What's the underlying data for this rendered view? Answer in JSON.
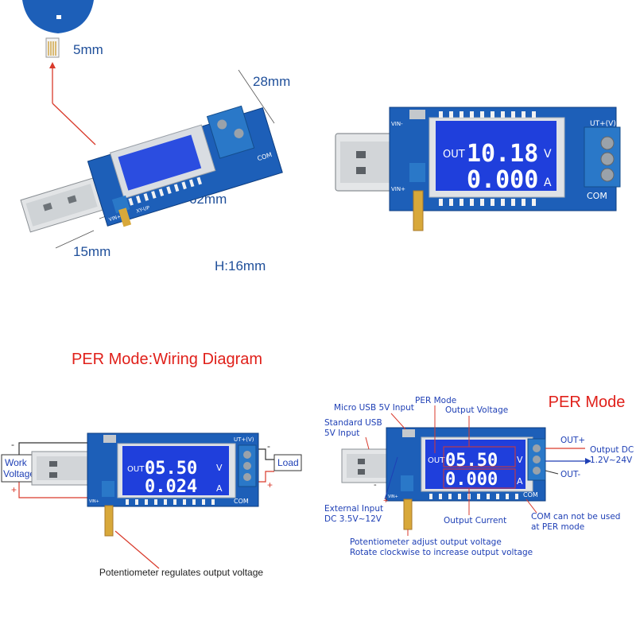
{
  "panel1": {
    "dim_5mm": "5mm",
    "dim_28mm": "28mm",
    "dim_62mm": "62mm",
    "dim_15mm": "15mm",
    "dim_h": "H:16mm",
    "silk_com": "COM",
    "silk_vin": "VIN+",
    "silk_model": "XY-UP"
  },
  "panel2": {
    "lcd_out": "OUT",
    "lcd_voltage": "10.18",
    "lcd_v": "V",
    "lcd_current": "0.000",
    "lcd_a": "A",
    "silk_com": "COM",
    "silk_out": "UT+(V)",
    "silk_vin": "VIN+",
    "silk_vin2": "VIN-"
  },
  "panel3": {
    "title": "PER Mode:Wiring Diagram",
    "work_voltage": [
      "Work",
      "Voltage"
    ],
    "load": "Load",
    "minus_left": "-",
    "plus_left": "+",
    "minus_right": "-",
    "plus_right": "+",
    "lcd_out": "OUT",
    "lcd_voltage": "05.50",
    "lcd_v": "V",
    "lcd_current": "0.024",
    "lcd_a": "A",
    "silk_com": "COM",
    "silk_out": "UT+(V)",
    "silk_vin": "VIN+",
    "caption": "Potentiometer regulates output voltage"
  },
  "panel4": {
    "title": "PER Mode",
    "micro_usb": "Micro USB 5V Input",
    "per_mode": "PER Mode",
    "output_voltage": "Output Voltage",
    "standard_usb": [
      "Standard USB",
      "5V Input"
    ],
    "out_plus": "OUT+",
    "output_dc": [
      "Output DC",
      "1.2V~24V"
    ],
    "out_minus": "OUT-",
    "minus": "-",
    "plus": "+",
    "external_input": [
      "External Input",
      "DC 3.5V~12V"
    ],
    "output_current": "Output Current",
    "com_note": [
      "COM can not be used",
      "at PER mode"
    ],
    "pot_note": [
      "Potentiometer adjust output voltage",
      "Rotate clockwise to increase output voltage"
    ],
    "lcd_out": "OUT",
    "lcd_voltage": "05.50",
    "lcd_v": "V",
    "lcd_current": "0.000",
    "lcd_a": "A",
    "silk_com": "COM",
    "silk_vin": "VIN+"
  },
  "colors": {
    "pcb": "#1d5fb8",
    "lcd": "#1f3fdc",
    "annotation": "#1e3fb5",
    "title_red": "#e0201a",
    "arrow_red": "#d93a2b",
    "terminal": "#2a78c8"
  }
}
